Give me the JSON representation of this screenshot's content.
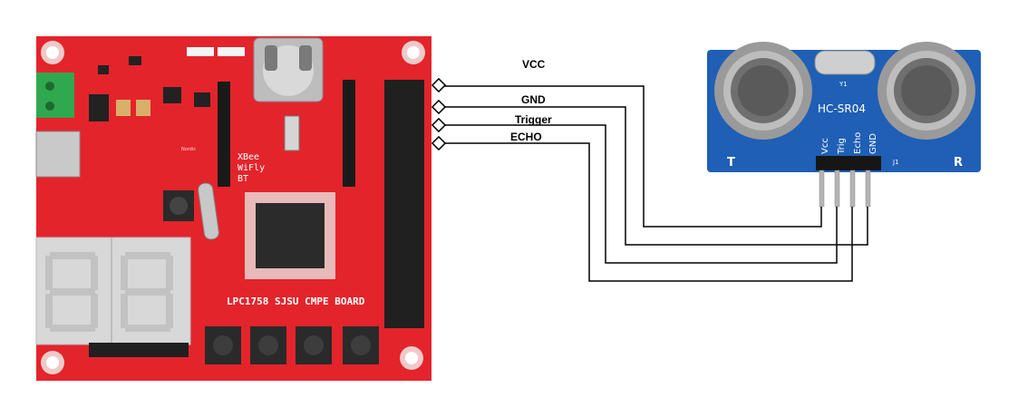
{
  "board": {
    "title": "LPC1758 SJSU CMPE BOARD",
    "xbee_label": "XBee",
    "wifly_label": "WiFly",
    "bt_label": "BT",
    "nordic_label": "Nordic"
  },
  "sensor": {
    "model": "HC-SR04",
    "corner_left": "T",
    "corner_right": "R",
    "crystal_label": "Y1",
    "header_label": "J1",
    "pins": [
      "Vcc",
      "Trig",
      "Echo",
      "GND"
    ]
  },
  "wires": [
    {
      "label": "VCC"
    },
    {
      "label": "GND"
    },
    {
      "label": "Trigger"
    },
    {
      "label": "ECHO"
    }
  ],
  "colors": {
    "board_red": "#e3242b",
    "module_blue": "#1f5fb5",
    "wire": "#000000",
    "display_gray": "#d8d8d8"
  }
}
